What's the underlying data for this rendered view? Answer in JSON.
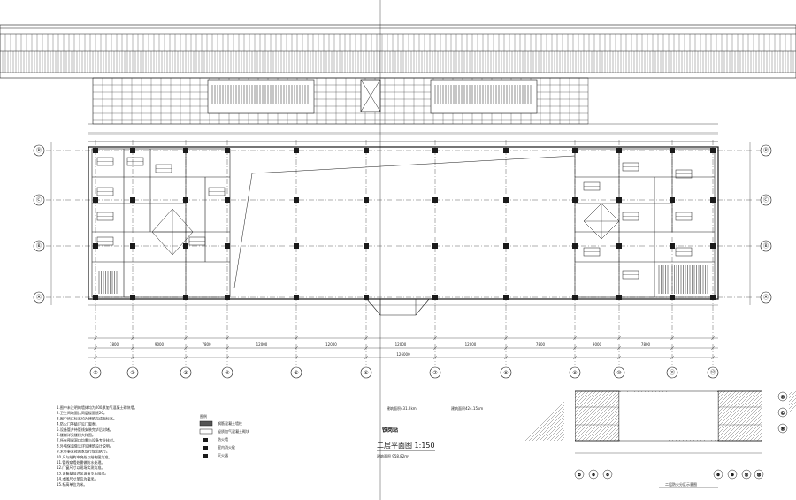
{
  "drawing": {
    "title": "二层平面图 1:150",
    "subtitle": "铁岗站",
    "area_note": "建筑面积 958.82m²",
    "left_area": "建筑面积431.2km",
    "right_area": "建筑面积424.15km",
    "inset_title": "二层防火分区示意图"
  },
  "grid": {
    "col_labels": [
      "①",
      "②",
      "③",
      "④",
      "⑤",
      "⑥",
      "⑦",
      "⑧",
      "⑨",
      "⑩",
      "⑪",
      "⑫"
    ],
    "row_labels": [
      "Ⓐ",
      "Ⓑ",
      "Ⓒ",
      "Ⓓ"
    ],
    "bottom_dims": [
      "7800",
      "9000",
      "7800",
      "12000",
      "12000",
      "12000",
      "12000",
      "7800",
      "9000",
      "7800"
    ],
    "total_dim": "126000"
  },
  "legend": {
    "heading": "图例",
    "items": [
      "钢筋混凝土墙柱",
      "轻质加气混凝土砌块",
      "防火墙",
      "室内消火栓",
      "灭火器"
    ]
  },
  "notes": [
    "1.图中未注明的墙体均为200厚加气混凝土砌块墙。",
    "2.卫生间地面比同层楼面低20。",
    "3.图中所注标高均为建筑完成面标高。",
    "4.防火门等级详见门窗表。",
    "5.设备管井待管线安装完毕后封堵。",
    "6.楼梯详见楼梯大样图。",
    "7.所有预留洞口均需与设备专业核对。",
    "8.外墙保温做法详见建筑设计说明。",
    "9.未尽事宜按国家现行规范执行。",
    "10.凡与结构冲突处以结构图为准。",
    "11.管线穿墙处需做防水处理。",
    "12.门窗尺寸以现场实测为准。",
    "13.设备基础详见设备专业图纸。",
    "14.本图尺寸单位为毫米。",
    "15.标高单位为米。"
  ],
  "colors": {
    "line": "#1a1a1a",
    "hatch": "#555555",
    "paper": "#ffffff"
  }
}
